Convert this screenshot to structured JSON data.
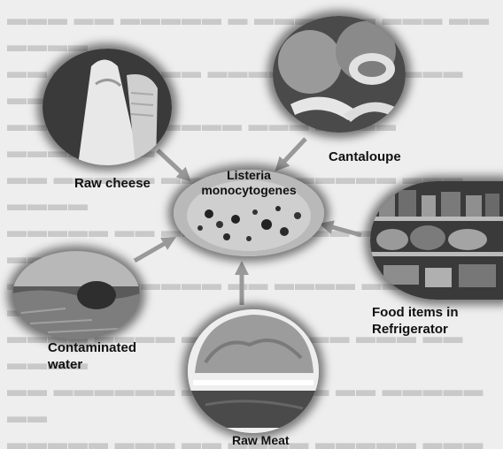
{
  "diagram": {
    "center": {
      "label_line1": "Listeria",
      "label_line2": "monocytogenes",
      "image": "listeria-culture-plate"
    },
    "nodes": [
      {
        "id": "raw-cheese",
        "label": "Raw cheese",
        "image": "cheese-photo"
      },
      {
        "id": "cantaloupe",
        "label": "Cantaloupe",
        "image": "melon-photo"
      },
      {
        "id": "refrigerator",
        "label_line1": "Food items in",
        "label_line2": "Refrigerator",
        "image": "refrigerator-photo"
      },
      {
        "id": "raw-meat",
        "label": "Raw Meat",
        "image": "meat-photo"
      },
      {
        "id": "water",
        "label_line1": "Contaminated",
        "label_line2": "water",
        "image": "water-photo"
      }
    ],
    "arrow_color": "#999999"
  }
}
